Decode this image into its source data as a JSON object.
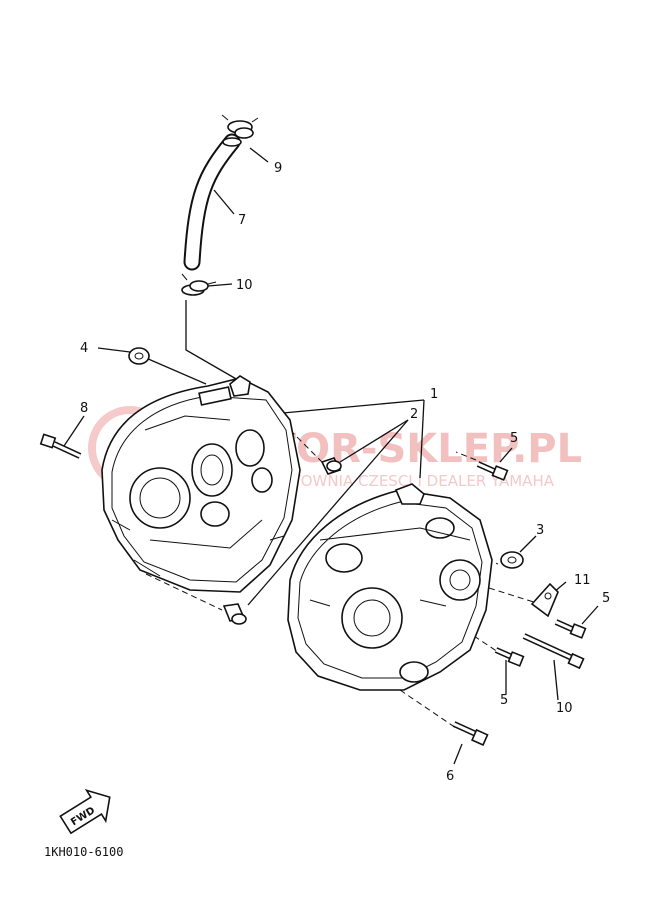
{
  "watermark": {
    "brand": "MOTOR-SKLEP.PL",
    "tagline": "HURTOWNIA CZESCI I DEALER YAMAHA"
  },
  "callouts": [
    {
      "id": "c1",
      "text": "1"
    },
    {
      "id": "c2",
      "text": "2"
    },
    {
      "id": "c3",
      "text": "3"
    },
    {
      "id": "c4",
      "text": "4"
    },
    {
      "id": "c5a",
      "text": "5"
    },
    {
      "id": "c5b",
      "text": "5"
    },
    {
      "id": "c5c",
      "text": "5"
    },
    {
      "id": "c6",
      "text": "6"
    },
    {
      "id": "c7",
      "text": "7"
    },
    {
      "id": "c8",
      "text": "8"
    },
    {
      "id": "c9",
      "text": "9"
    },
    {
      "id": "c10a",
      "text": "10"
    },
    {
      "id": "c10b",
      "text": "10"
    },
    {
      "id": "c11",
      "text": "11"
    }
  ],
  "fwd_badge": "FWD",
  "diagram_code": "1KH010-6100"
}
